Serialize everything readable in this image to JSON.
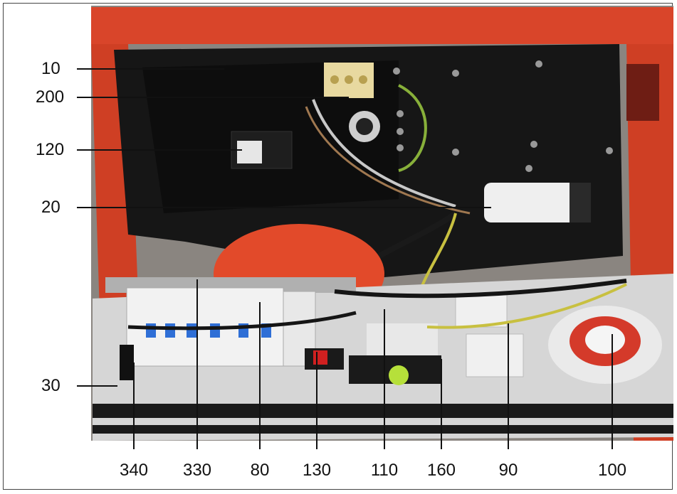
{
  "side_labels": [
    "10",
    "200",
    "120",
    "20",
    "30"
  ],
  "bottom_labels": [
    "340",
    "330",
    "80",
    "130",
    "110",
    "160",
    "90",
    "100"
  ],
  "colors": {
    "housing_orange": "#d9452a",
    "panel_black": "#161616",
    "base_plate": "#d6d6d6",
    "leader_line": "#111111"
  }
}
